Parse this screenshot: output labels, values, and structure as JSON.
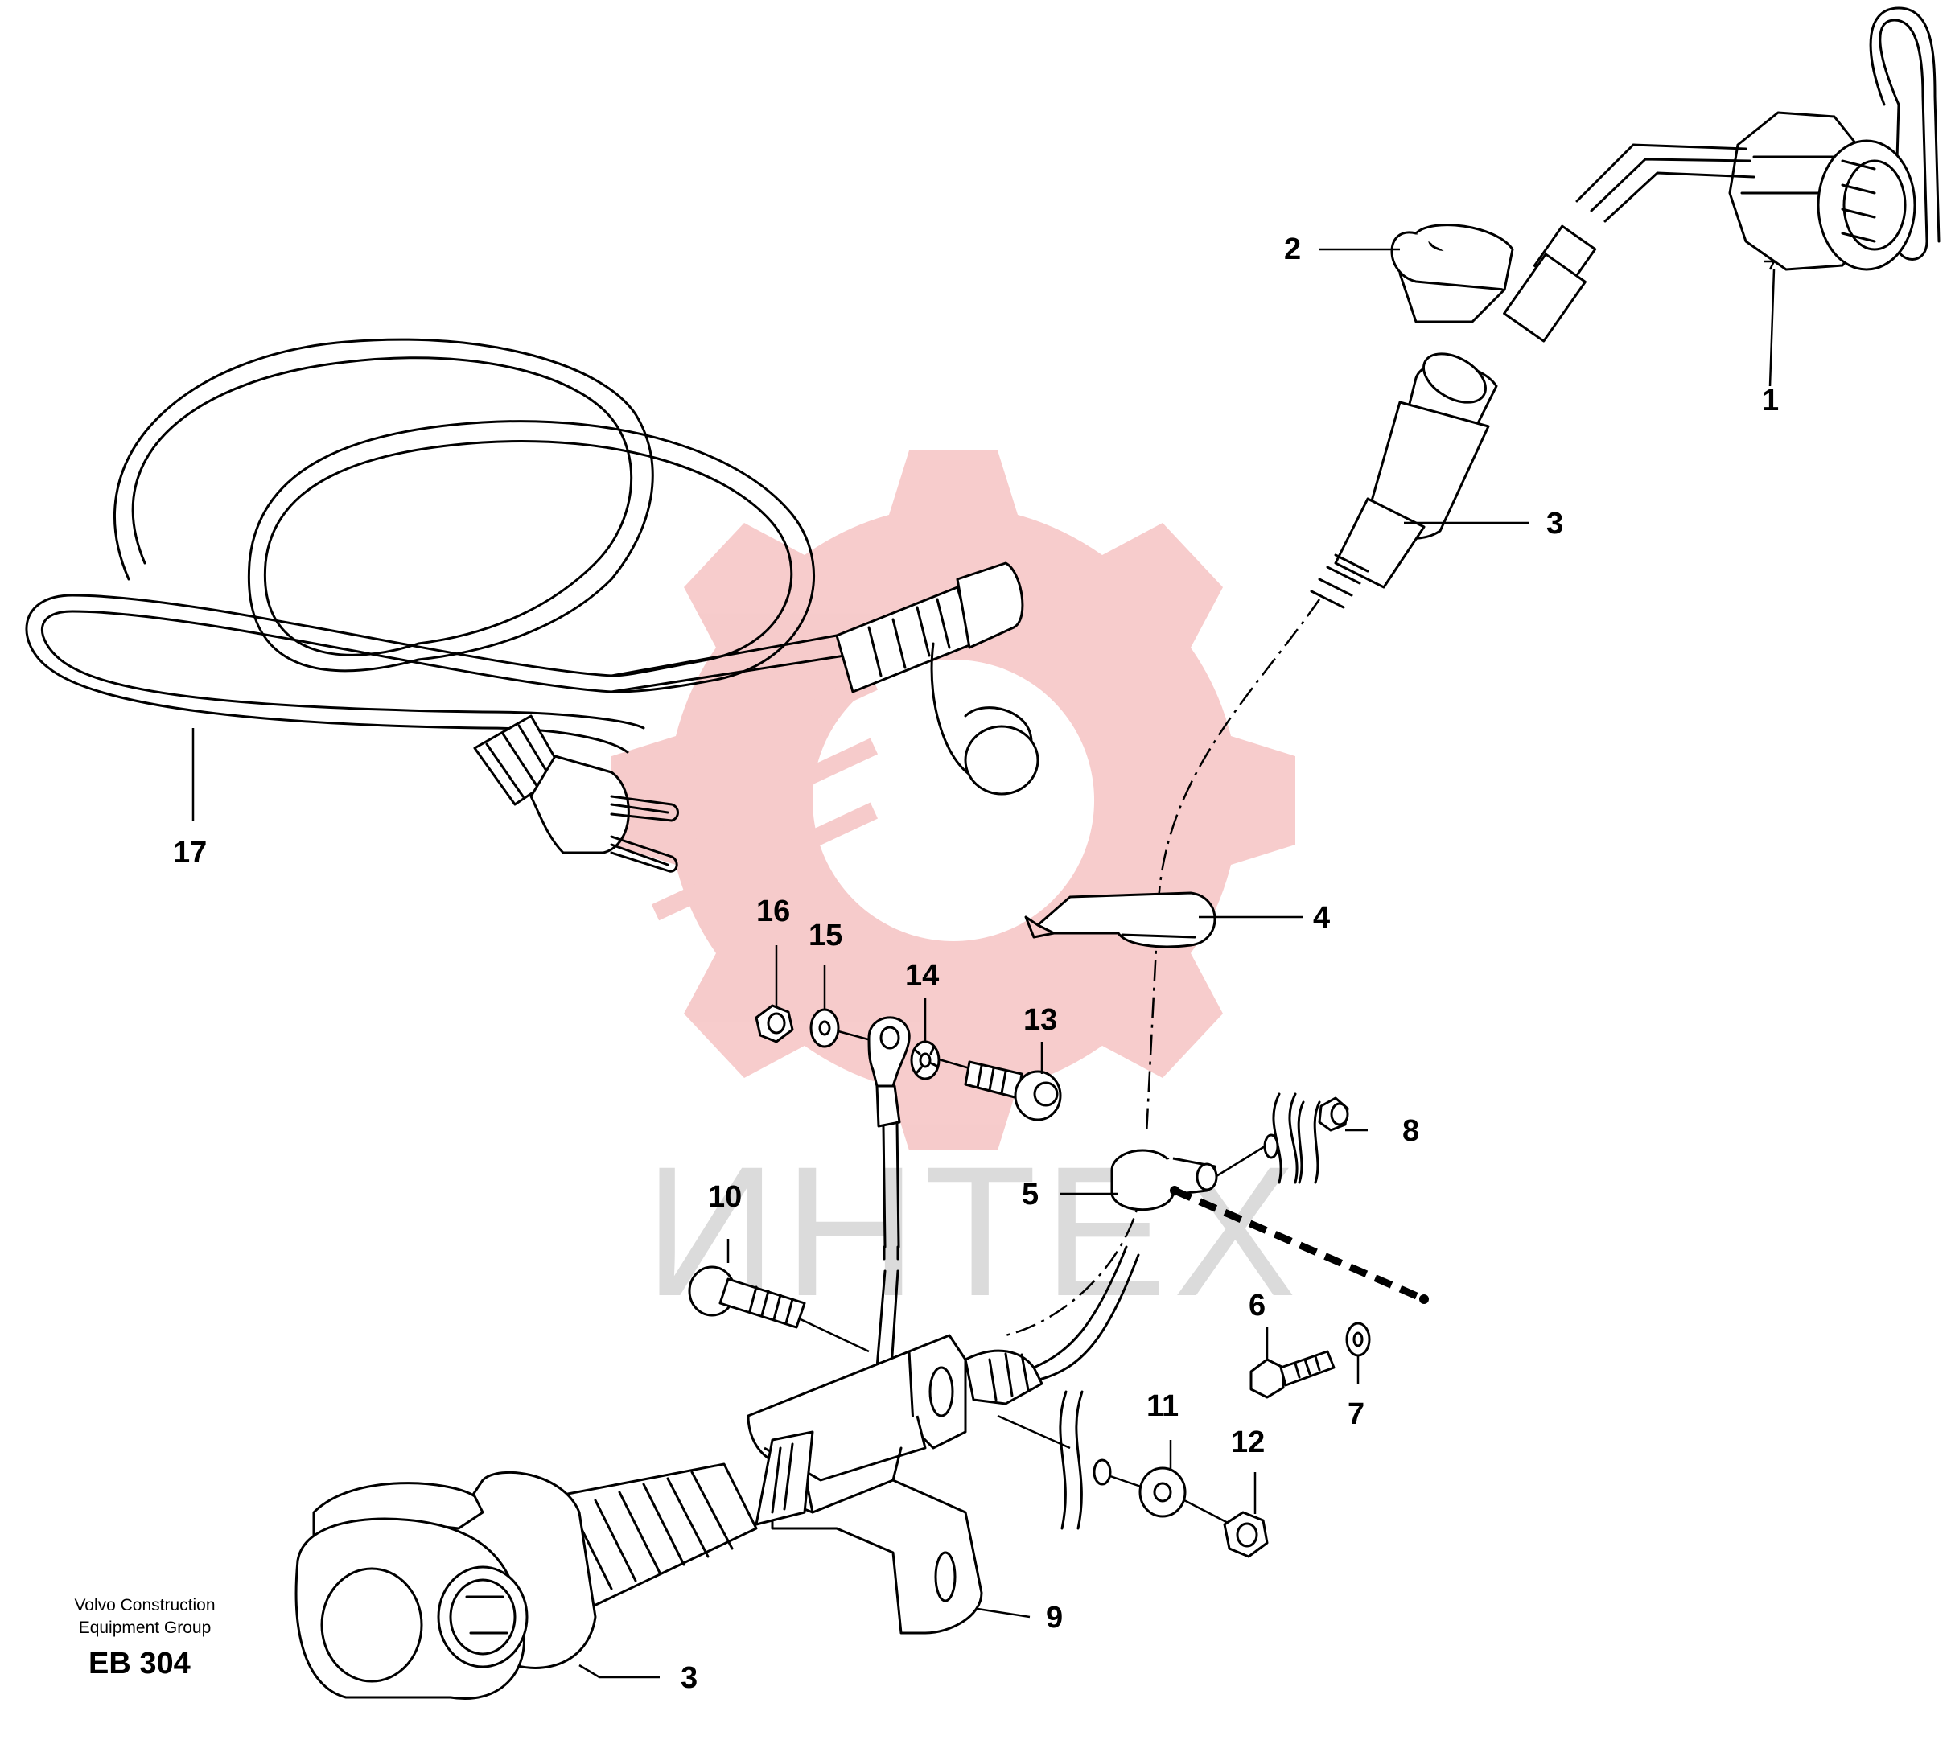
{
  "callouts": [
    {
      "id": "1",
      "label": "1"
    },
    {
      "id": "2",
      "label": "2"
    },
    {
      "id": "3a",
      "label": "3"
    },
    {
      "id": "3b",
      "label": "3"
    },
    {
      "id": "4",
      "label": "4"
    },
    {
      "id": "5",
      "label": "5"
    },
    {
      "id": "6",
      "label": "6"
    },
    {
      "id": "7",
      "label": "7"
    },
    {
      "id": "8",
      "label": "8"
    },
    {
      "id": "9",
      "label": "9"
    },
    {
      "id": "10",
      "label": "10"
    },
    {
      "id": "11",
      "label": "11"
    },
    {
      "id": "12",
      "label": "12"
    },
    {
      "id": "13",
      "label": "13"
    },
    {
      "id": "14",
      "label": "14"
    },
    {
      "id": "15",
      "label": "15"
    },
    {
      "id": "16",
      "label": "16"
    },
    {
      "id": "17",
      "label": "17"
    }
  ],
  "footer": {
    "line1": "Volvo Construction",
    "line2": "Equipment Group",
    "code": "EB 304"
  },
  "watermark": {
    "text": "ИНТЕХ",
    "gear_color": "#f6c6c6",
    "text_color": "#d8d8d8"
  }
}
